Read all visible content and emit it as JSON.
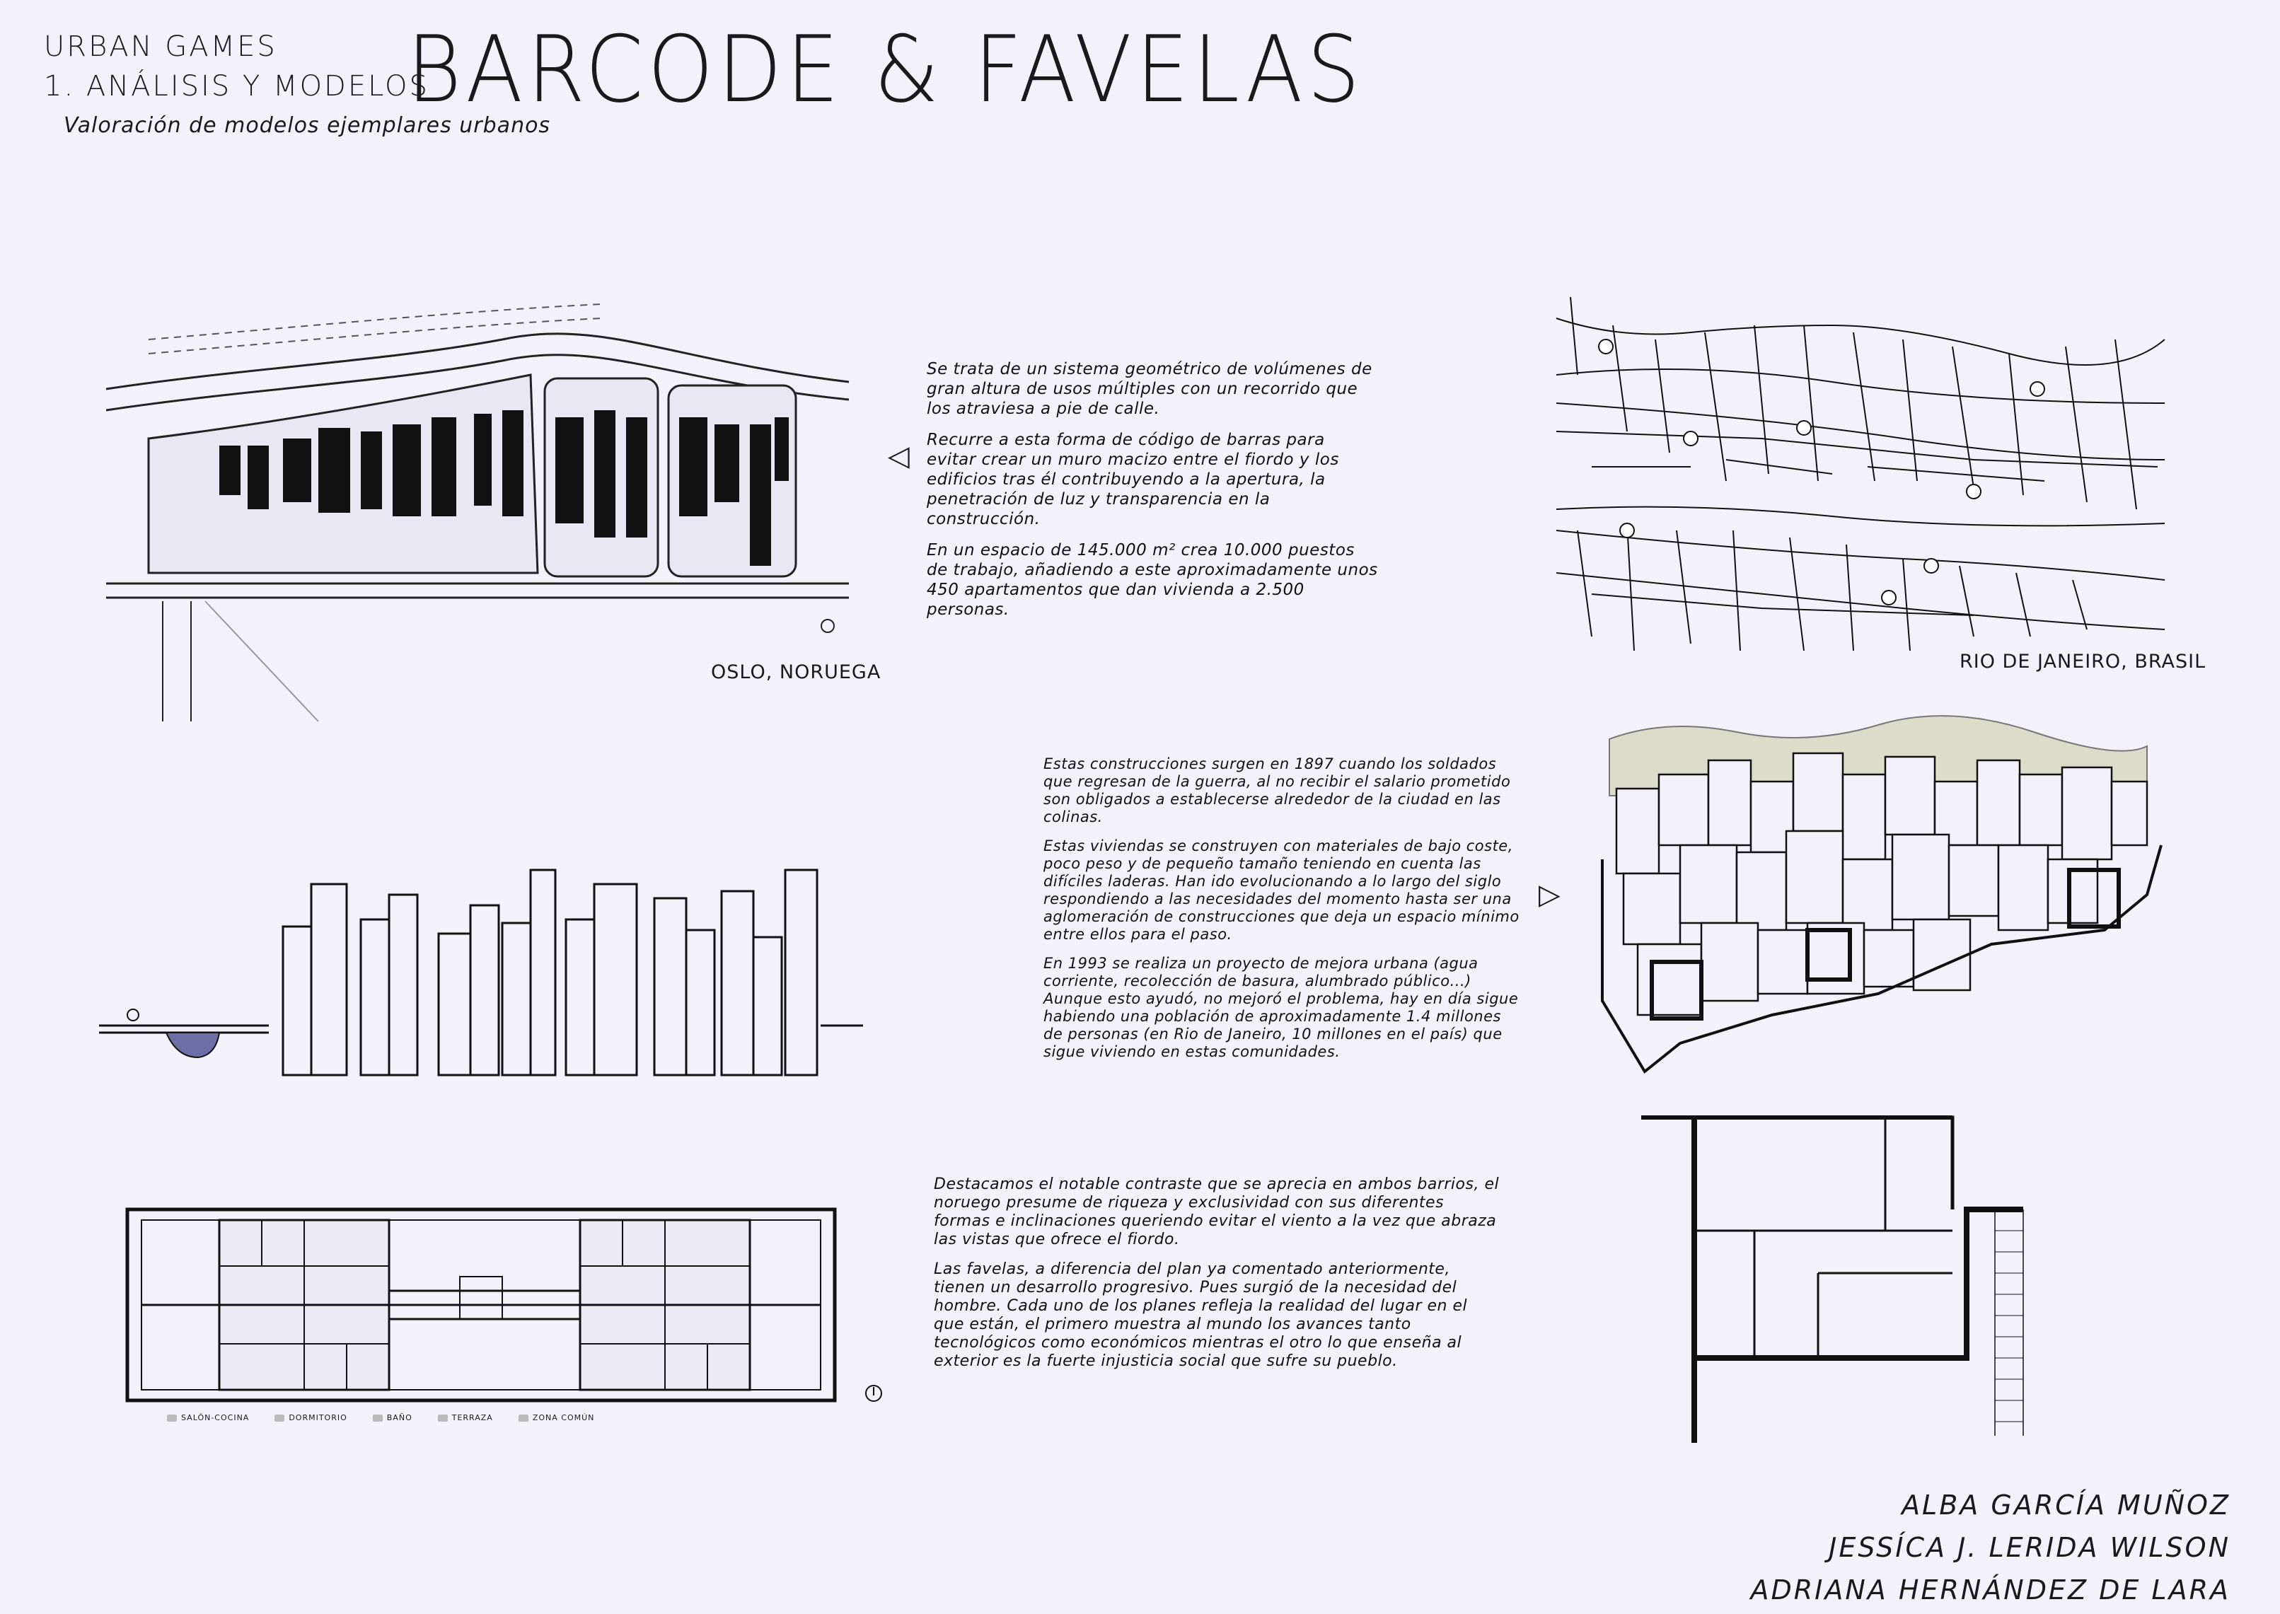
{
  "header": {
    "course_line1": "URBAN GAMES",
    "course_line2": "1. ANÁLISIS Y MODELOS",
    "title": "BARCODE & FAVELAS",
    "subtitle": "Valoración de modelos ejemplares urbanos"
  },
  "barcode": {
    "caption": "OSLO, NORUEGA",
    "description": [
      "Se trata de un sistema geométrico de volúmenes de gran altura de usos múltiples con un recorrido que los atraviesa a pie de calle.",
      "Recurre a esta forma de código de barras para evitar crear un muro macizo entre el fiordo y los edificios tras él contribuyendo a la apertura, la penetración de luz y transparencia en la construcción.",
      "En un espacio de 145.000 m² crea 10.000 puestos de trabajo, añadiendo a este aproximadamente unos 450 apartamentos que dan vivienda a 2.500 personas."
    ],
    "legend": [
      "SALÓN-COCINA",
      "DORMITORIO",
      "BAÑO",
      "TERRAZA",
      "ZONA COMÚN"
    ]
  },
  "favelas": {
    "caption": "RIO DE JANEIRO, BRASIL",
    "description": [
      "Estas construcciones surgen en 1897 cuando los soldados que regresan de la guerra, al no recibir el salario prometido son obligados a establecerse alrededor de la ciudad en las colinas.",
      "Estas viviendas se construyen con materiales de bajo coste, poco peso y de pequeño tamaño teniendo en cuenta las difíciles laderas. Han ido evolucionando a lo largo del siglo respondiendo a las necesidades del momento hasta ser una aglomeración de construcciones que deja un espacio mínimo entre ellos para el paso.",
      "En 1993 se realiza un proyecto de mejora urbana (agua corriente, recolección de basura, alumbrado público...) Aunque esto ayudó, no mejoró el problema, hay en día sigue habiendo una población de aproximadamente 1.4 millones de personas (en Rio de Janeiro, 10 millones en el país) que sigue viviendo en estas comunidades."
    ]
  },
  "comparison": {
    "text": [
      "Destacamos el notable contraste que se aprecia en ambos barrios, el noruego presume de riqueza y exclusividad con sus diferentes formas e inclinaciones queriendo evitar el viento a la vez que abraza las vistas que ofrece el fiordo.",
      "Las favelas, a diferencia del plan ya comentado anteriormente, tienen un desarrollo progresivo. Pues surgió de la necesidad del hombre. Cada uno de los planes refleja la realidad del lugar en el que están, el primero muestra al mundo los avances tanto tecnológicos como económicos mientras el otro lo que enseña al exterior es la fuerte injusticia social que sufre su pueblo."
    ]
  },
  "authors": [
    "ALBA GARCÍA MUÑOZ",
    "JESSÍCA J. LERIDA WILSON",
    "ADRIANA HERNÁNDEZ DE LARA"
  ],
  "colors": {
    "paper": "#f3f2fb",
    "ink": "#1a1a1a"
  }
}
